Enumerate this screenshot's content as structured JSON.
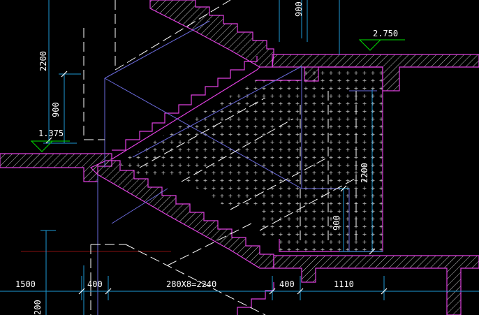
{
  "colors": {
    "background": "#000000",
    "outline": "#e040e0",
    "hatch": "#c8c8c8",
    "dimension": "#1e9ad6",
    "level": "#00e000",
    "guide": "#6a6adc",
    "dash": "#ffffff",
    "axis": "#8a1010",
    "text": "#ffffff"
  },
  "levels": {
    "upper": "2.750",
    "lower": "1.375"
  },
  "dimensions": {
    "top_vertical": "900",
    "left_total": "2200",
    "left_partial": "900",
    "right_total": "2200",
    "right_partial": "900",
    "bottom_1": "1500",
    "bottom_2": "400",
    "bottom_3": "280X8=2240",
    "bottom_4": "400",
    "bottom_5": "1110",
    "bottom_left_cut": "200"
  }
}
